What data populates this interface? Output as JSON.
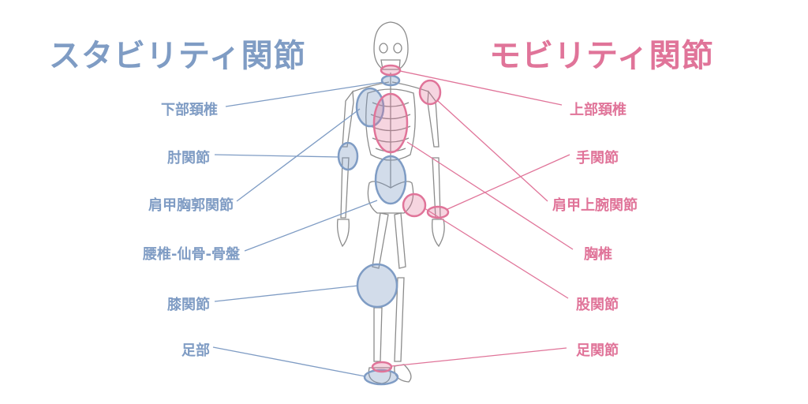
{
  "colors": {
    "stability": "#7f9cc4",
    "mobility": "#e07499",
    "bone": "#9a9a9a"
  },
  "titles": {
    "stability": "スタビリティ関節",
    "mobility": "モビリティ関節"
  },
  "stability_labels": [
    "下部頚椎",
    "肘関節",
    "肩甲胸郭関節",
    "腰椎-仙骨-骨盤",
    "膝関節",
    "足部"
  ],
  "mobility_labels": [
    "上部頚椎",
    "手関節",
    "肩甲上腕関節",
    "胸椎",
    "股関節",
    "足関節"
  ]
}
